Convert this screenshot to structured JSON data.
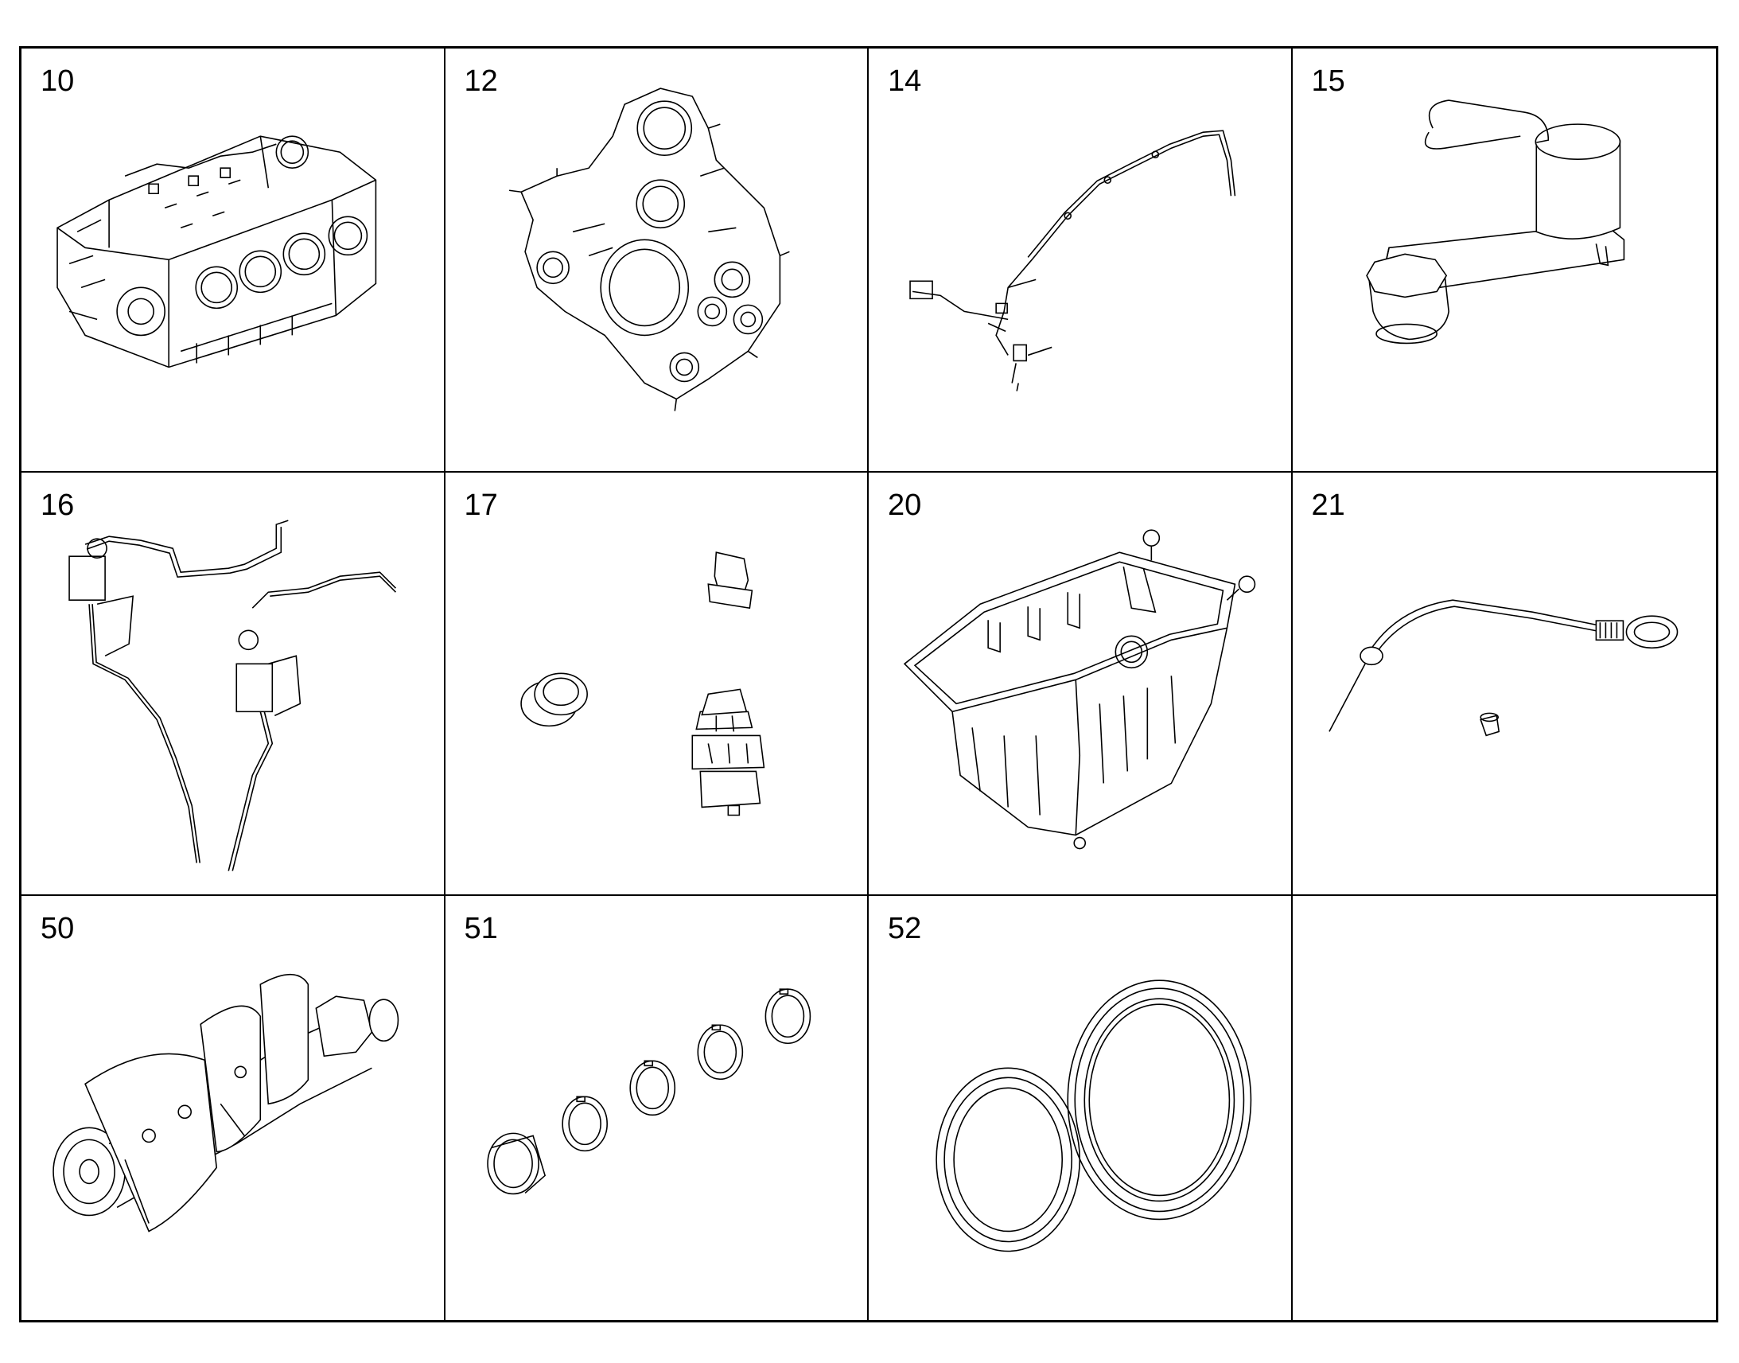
{
  "parts": [
    {
      "number": "10",
      "icon": "engine-block-icon"
    },
    {
      "number": "12",
      "icon": "timing-case-cover-icon"
    },
    {
      "number": "14",
      "icon": "wiring-line-icon"
    },
    {
      "number": "15",
      "icon": "oil-filter-housing-icon"
    },
    {
      "number": "16",
      "icon": "dipstick-guide-tube-icon"
    },
    {
      "number": "17",
      "icon": "plugs-and-fittings-icon"
    },
    {
      "number": "20",
      "icon": "oil-pan-icon"
    },
    {
      "number": "21",
      "icon": "dipstick-icon"
    },
    {
      "number": "50",
      "icon": "crankshaft-icon"
    },
    {
      "number": "51",
      "icon": "bearing-shells-icon"
    },
    {
      "number": "52",
      "icon": "radial-seal-rings-icon"
    },
    {
      "number": "",
      "icon": ""
    }
  ]
}
